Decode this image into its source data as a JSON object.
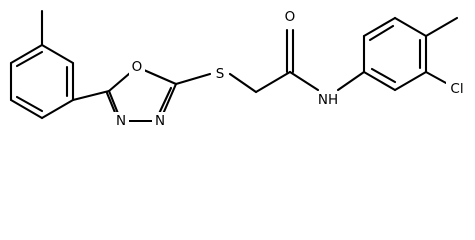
{
  "molecule": {
    "atoms": {
      "sulfur": "S",
      "carbonyl_oxygen": "O",
      "amide_nitrogen": "NH",
      "oxadiazole_oxygen": "O",
      "oxadiazole_n1": "N",
      "oxadiazole_n2": "N",
      "chlorine": "Cl"
    }
  }
}
